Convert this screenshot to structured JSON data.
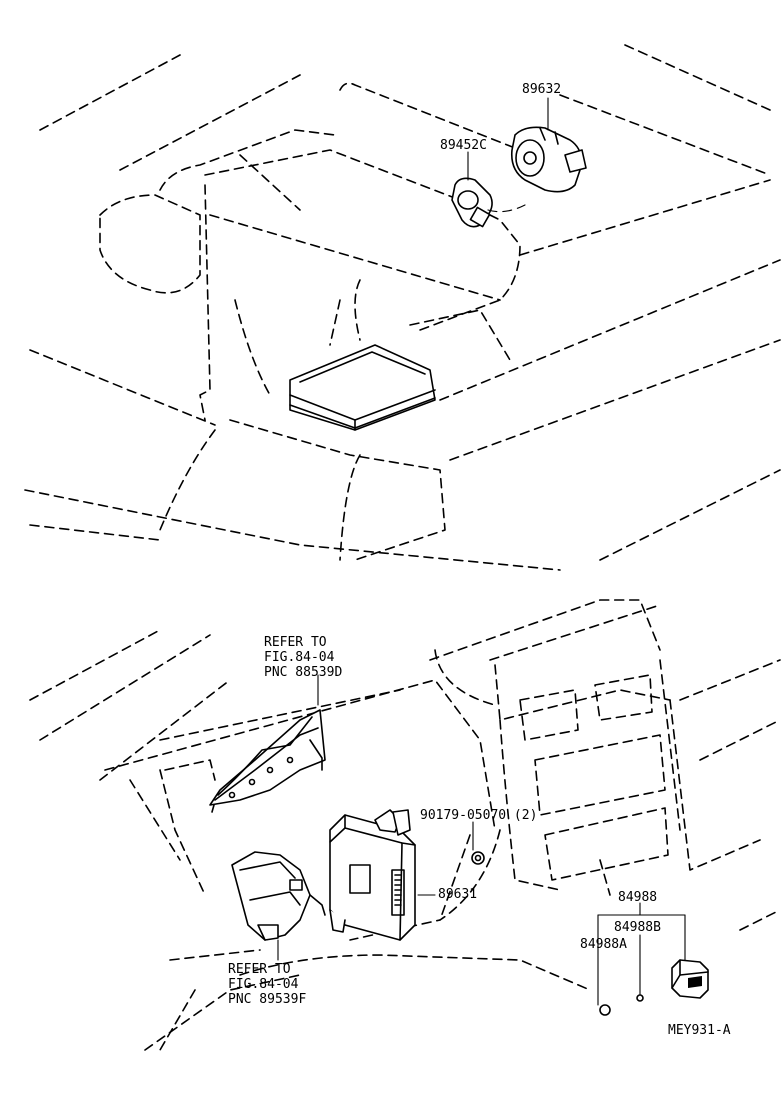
{
  "labels": {
    "p89632": "89632",
    "p89452c": "89452C",
    "refer_top_1": "REFER TO",
    "refer_top_2": "FIG.84-04",
    "refer_top_3": "PNC 88539D",
    "p90179": "90179-05070 (2)",
    "p89631": "89631",
    "p84988": "84988",
    "p84988b": "84988B",
    "p84988a": "84988A",
    "refer_bot_1": "REFER TO",
    "refer_bot_2": "FIG.84-04",
    "refer_bot_3": "PNC 89539F",
    "diagram_code": "MEY931-A"
  }
}
